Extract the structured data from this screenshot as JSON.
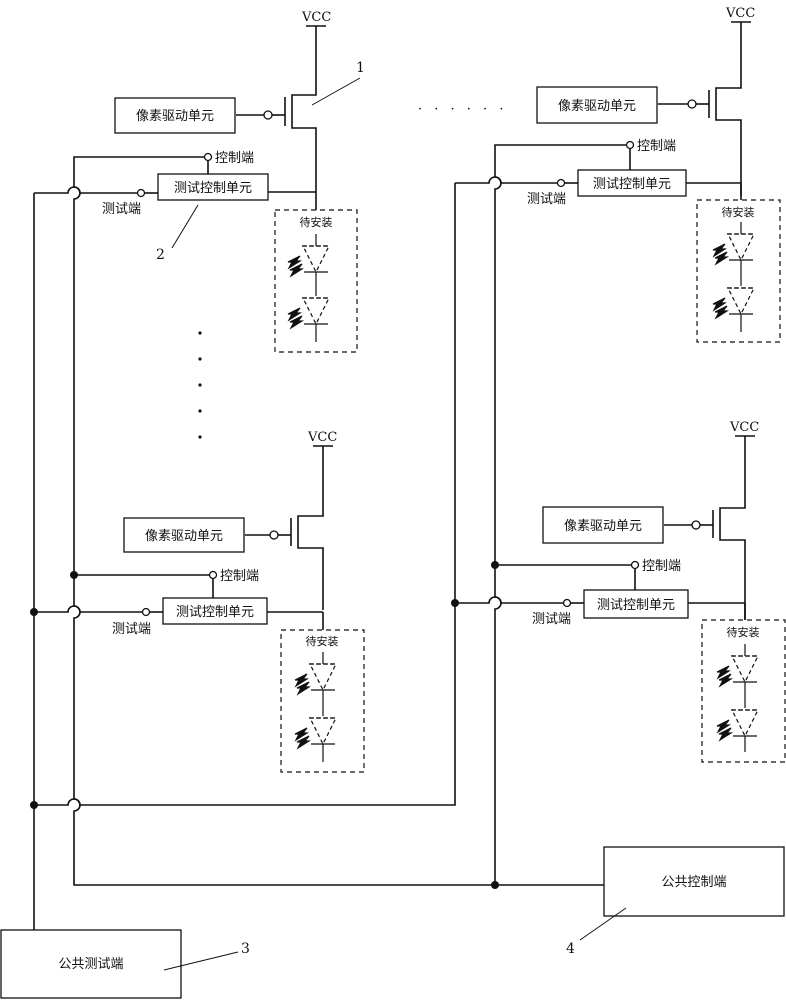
{
  "labels": {
    "vcc": "VCC",
    "pixel_driver": "像素驱动单元",
    "test_control_unit": "测试控制单元",
    "control_terminal": "控制端",
    "test_terminal": "测试端",
    "to_install": "待安装",
    "common_test_terminal": "公共测试端",
    "common_control_terminal": "公共控制端"
  },
  "callouts": {
    "c1": "1",
    "c2": "2",
    "c3": "3",
    "c4": "4"
  },
  "ellipsis_horizontal": "· · · · · ·",
  "colors": {
    "line": "#111111",
    "background": "#ffffff"
  }
}
